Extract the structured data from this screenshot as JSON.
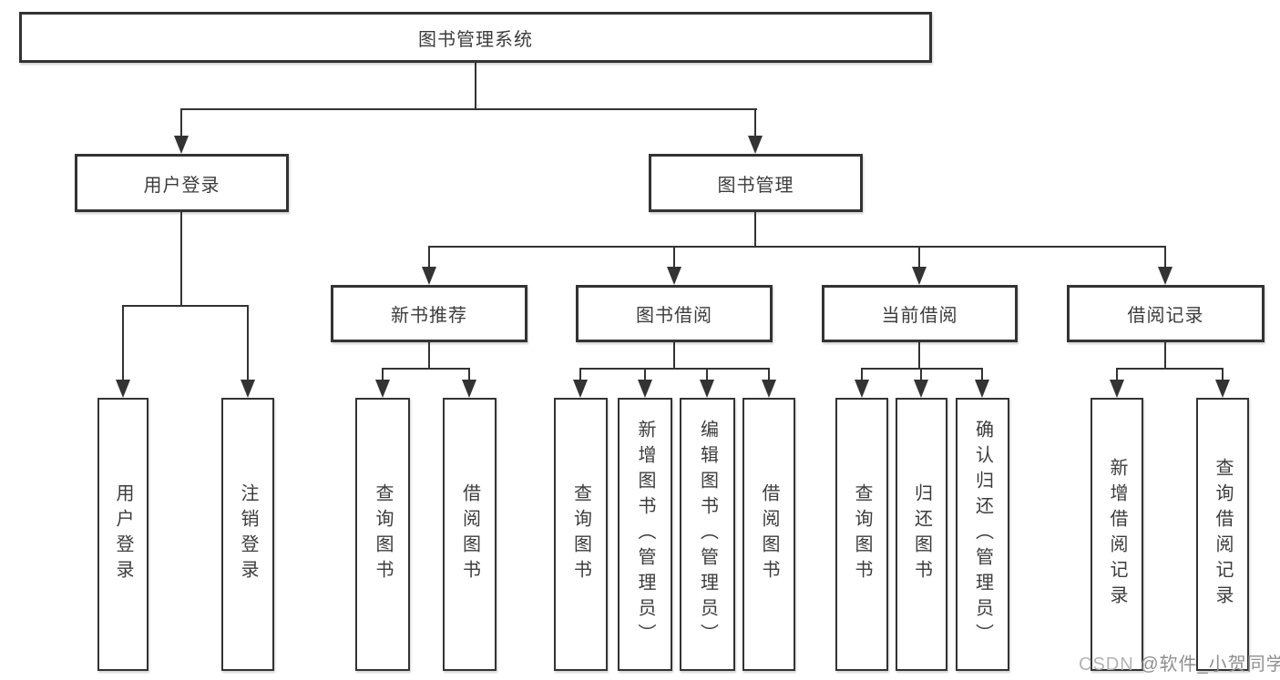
{
  "diagram": {
    "root": {
      "label": "图书管理系统"
    },
    "level2": [
      {
        "label": "用户登录"
      },
      {
        "label": "图书管理"
      }
    ],
    "level3": [
      {
        "label": "新书推荐"
      },
      {
        "label": "图书借阅"
      },
      {
        "label": "当前借阅"
      },
      {
        "label": "借阅记录"
      }
    ],
    "leaves": [
      {
        "label": "用户登录"
      },
      {
        "label": "注销登录"
      },
      {
        "label": "查询图书"
      },
      {
        "label": "借阅图书"
      },
      {
        "label": "查询图书"
      },
      {
        "label": "新增图书（管理员）"
      },
      {
        "label": "编辑图书（管理员）"
      },
      {
        "label": "借阅图书"
      },
      {
        "label": "查询图书"
      },
      {
        "label": "归还图书"
      },
      {
        "label": "确认归还（管理员）"
      },
      {
        "label": "新增借阅记录"
      },
      {
        "label": "查询借阅记录"
      }
    ]
  },
  "watermark": {
    "brand": "CSDN ",
    "handle": "@软件_小贺同学"
  },
  "colors": {
    "line": "#333333",
    "text": "#3c3c3c",
    "background": "#ffffff",
    "watermark": "#9b9b9b"
  }
}
